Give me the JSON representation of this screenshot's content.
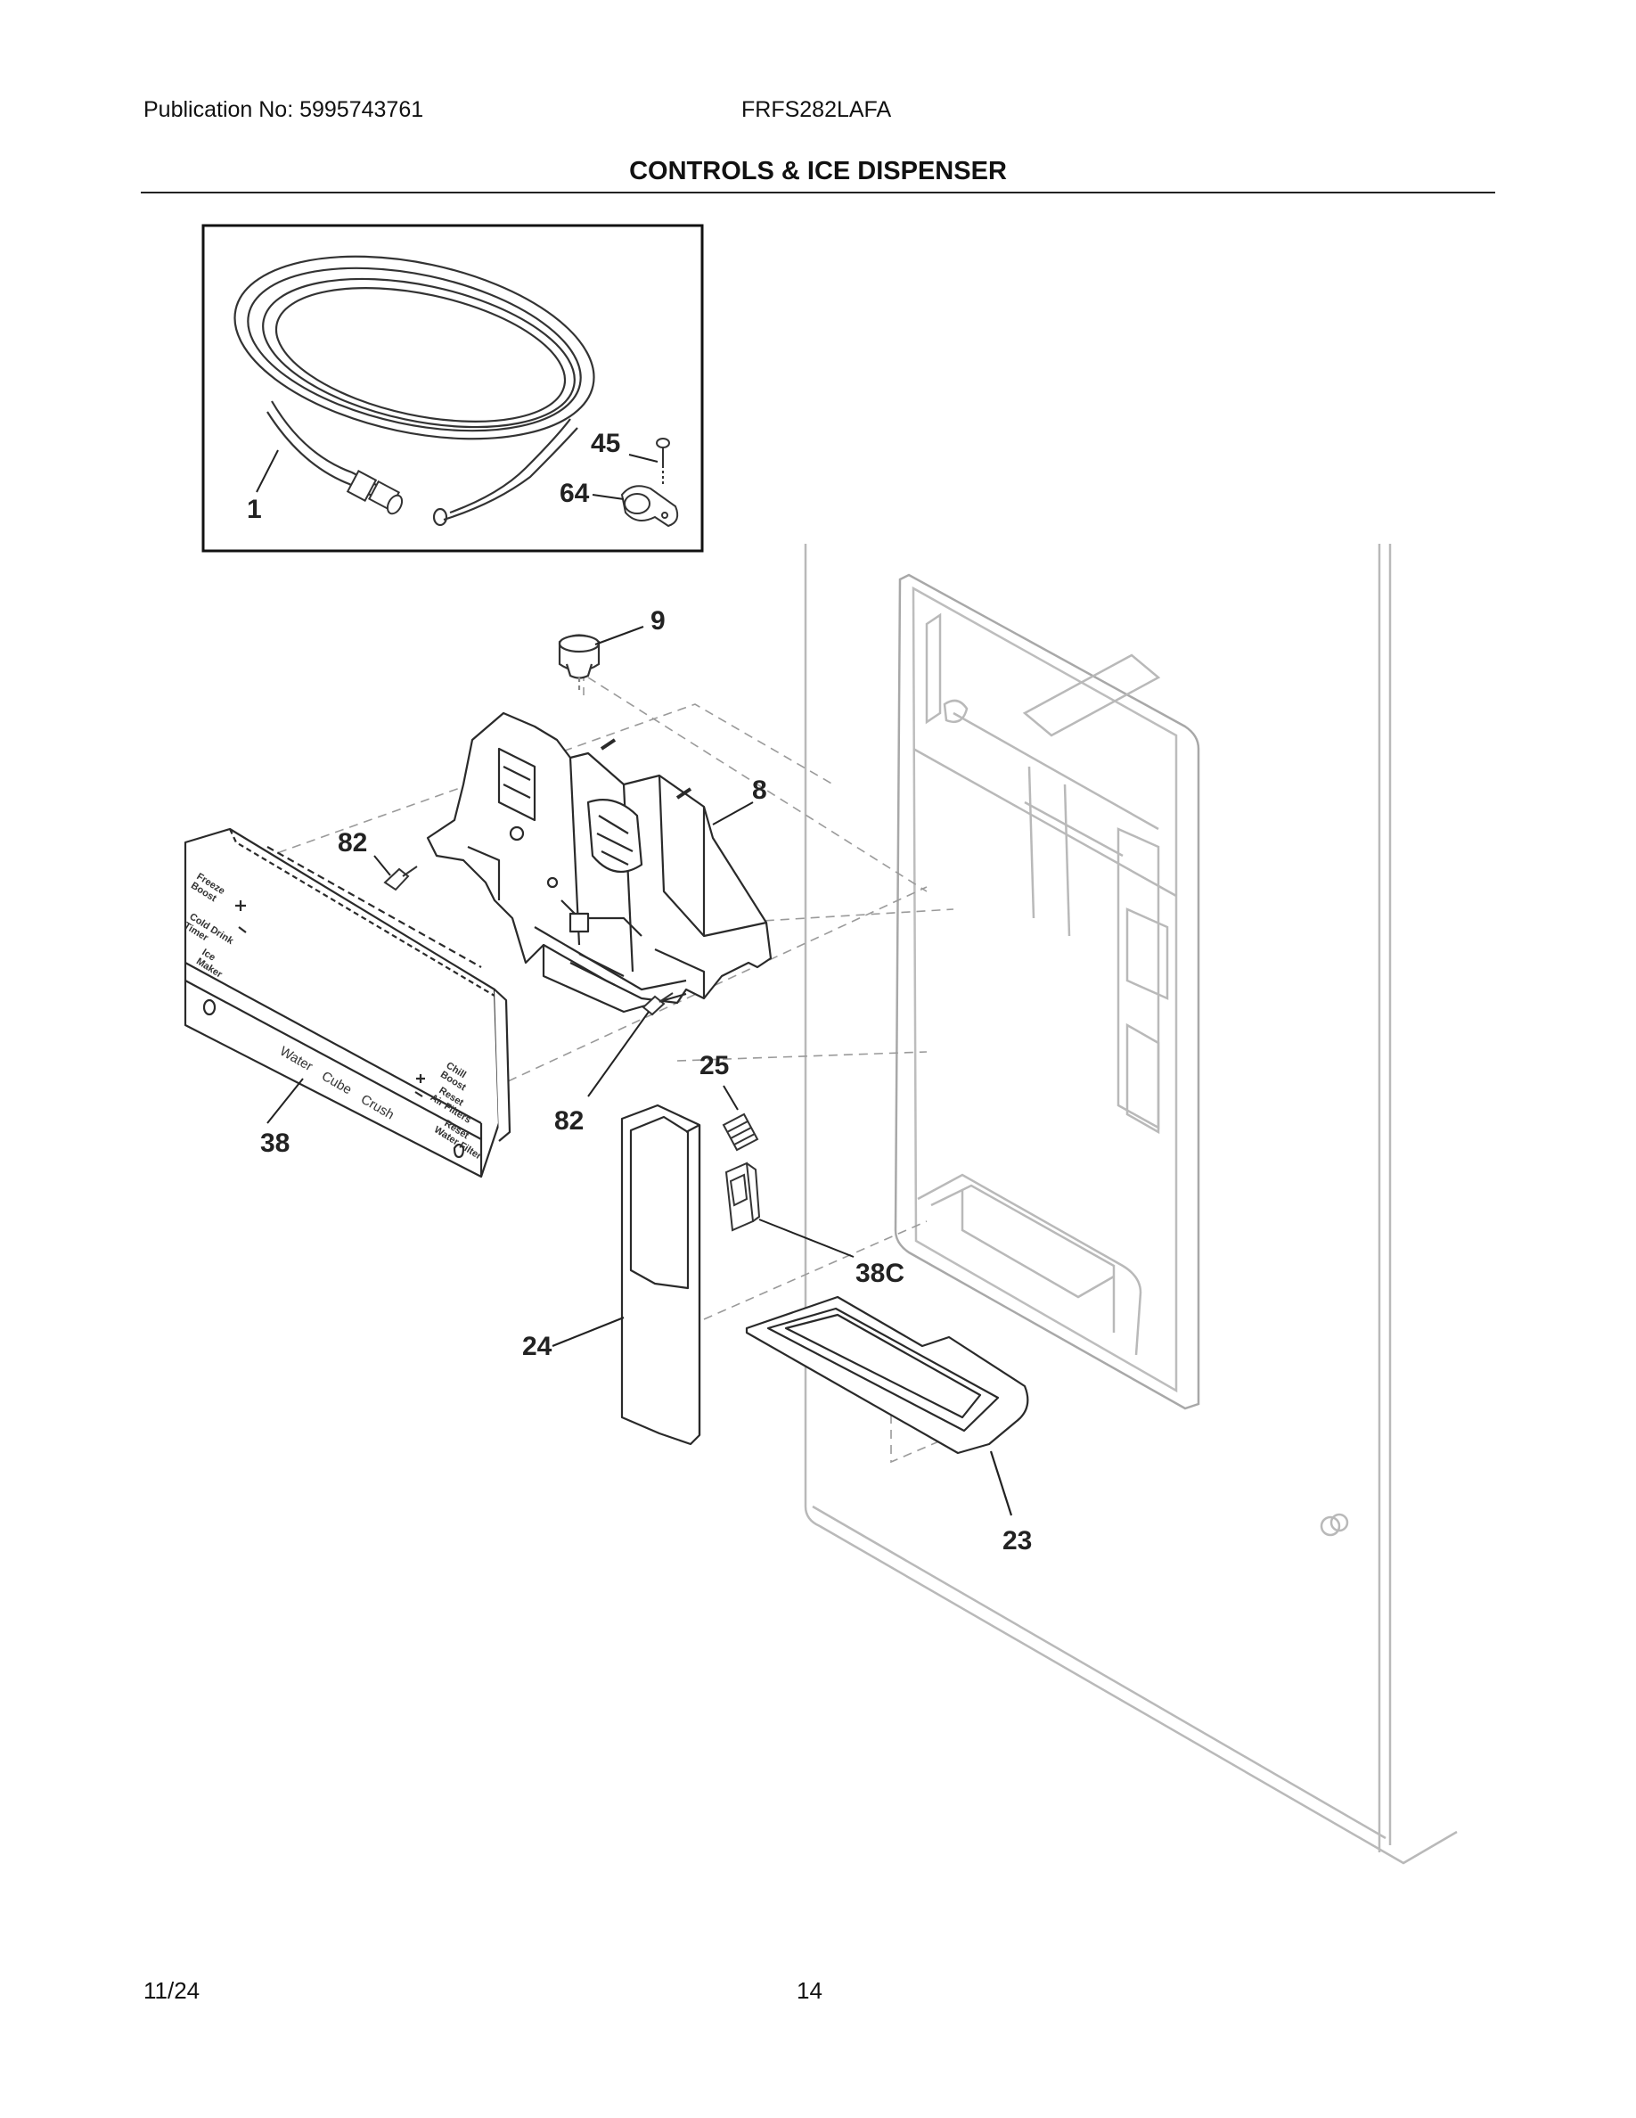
{
  "header": {
    "publication": "Publication No: 5995743761",
    "model": "FRFS282LAFA",
    "title": "CONTROLS & ICE DISPENSER"
  },
  "callouts": [
    "1",
    "45",
    "64",
    "9",
    "8",
    "82",
    "82",
    "25",
    "38",
    "38C",
    "24",
    "23"
  ],
  "panel_labels": {
    "freeze_boost": [
      "Freeze",
      "Boost"
    ],
    "cold_drink_timer": [
      "Cold Drink",
      "Timer"
    ],
    "ice_maker": [
      "Ice",
      "Maker"
    ],
    "chill_boost": [
      "Chill",
      "Boost"
    ],
    "reset_air_filters": [
      "Reset",
      "Air Filters"
    ],
    "reset_water_filter": [
      "Reset",
      "Water Filter"
    ],
    "water": "Water",
    "cube": "Cube",
    "crush": "Crush"
  },
  "footer": {
    "date": "11/24",
    "page": "14"
  }
}
